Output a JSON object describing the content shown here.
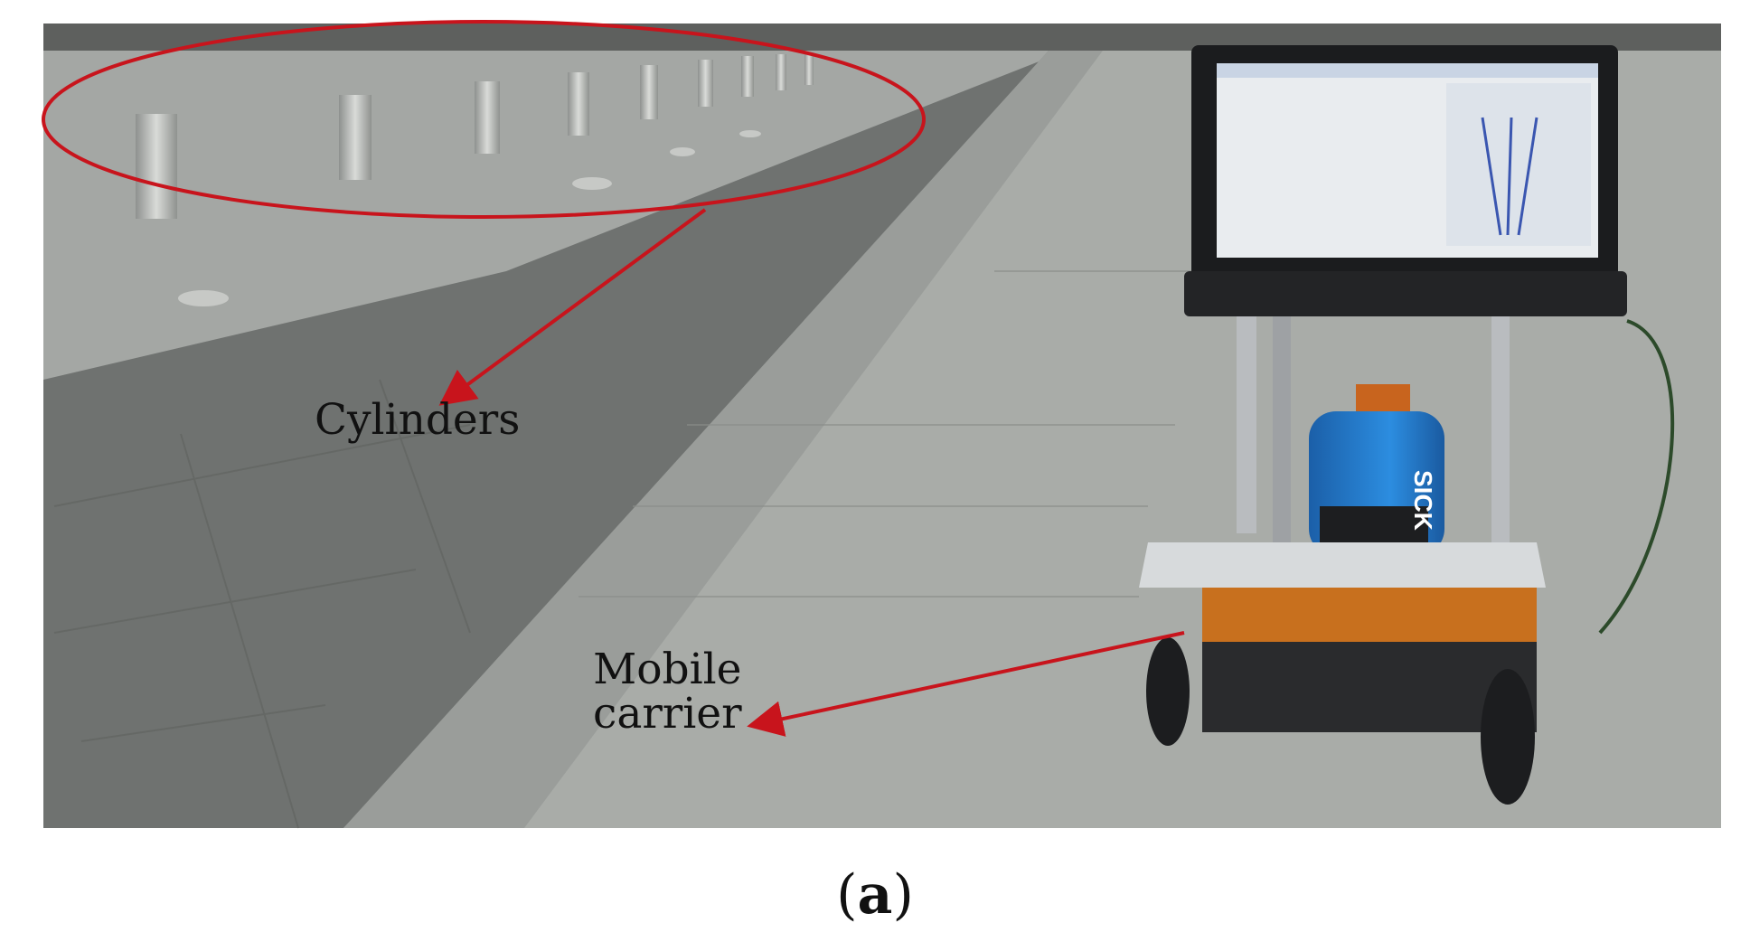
{
  "annotations": {
    "cylinders_label": "Cylinders",
    "mobile_carrier_line1": "Mobile",
    "mobile_carrier_line2": "carrier"
  },
  "laser_scanner_brand": "SICK",
  "caption": {
    "open": "(",
    "letter": "a",
    "close": ")"
  },
  "colors": {
    "annotation_red": "#c8141c",
    "scanner_blue": "#1f78c8",
    "pavement_dark": "#6f7270",
    "pavement_light": "#a9aca8"
  }
}
